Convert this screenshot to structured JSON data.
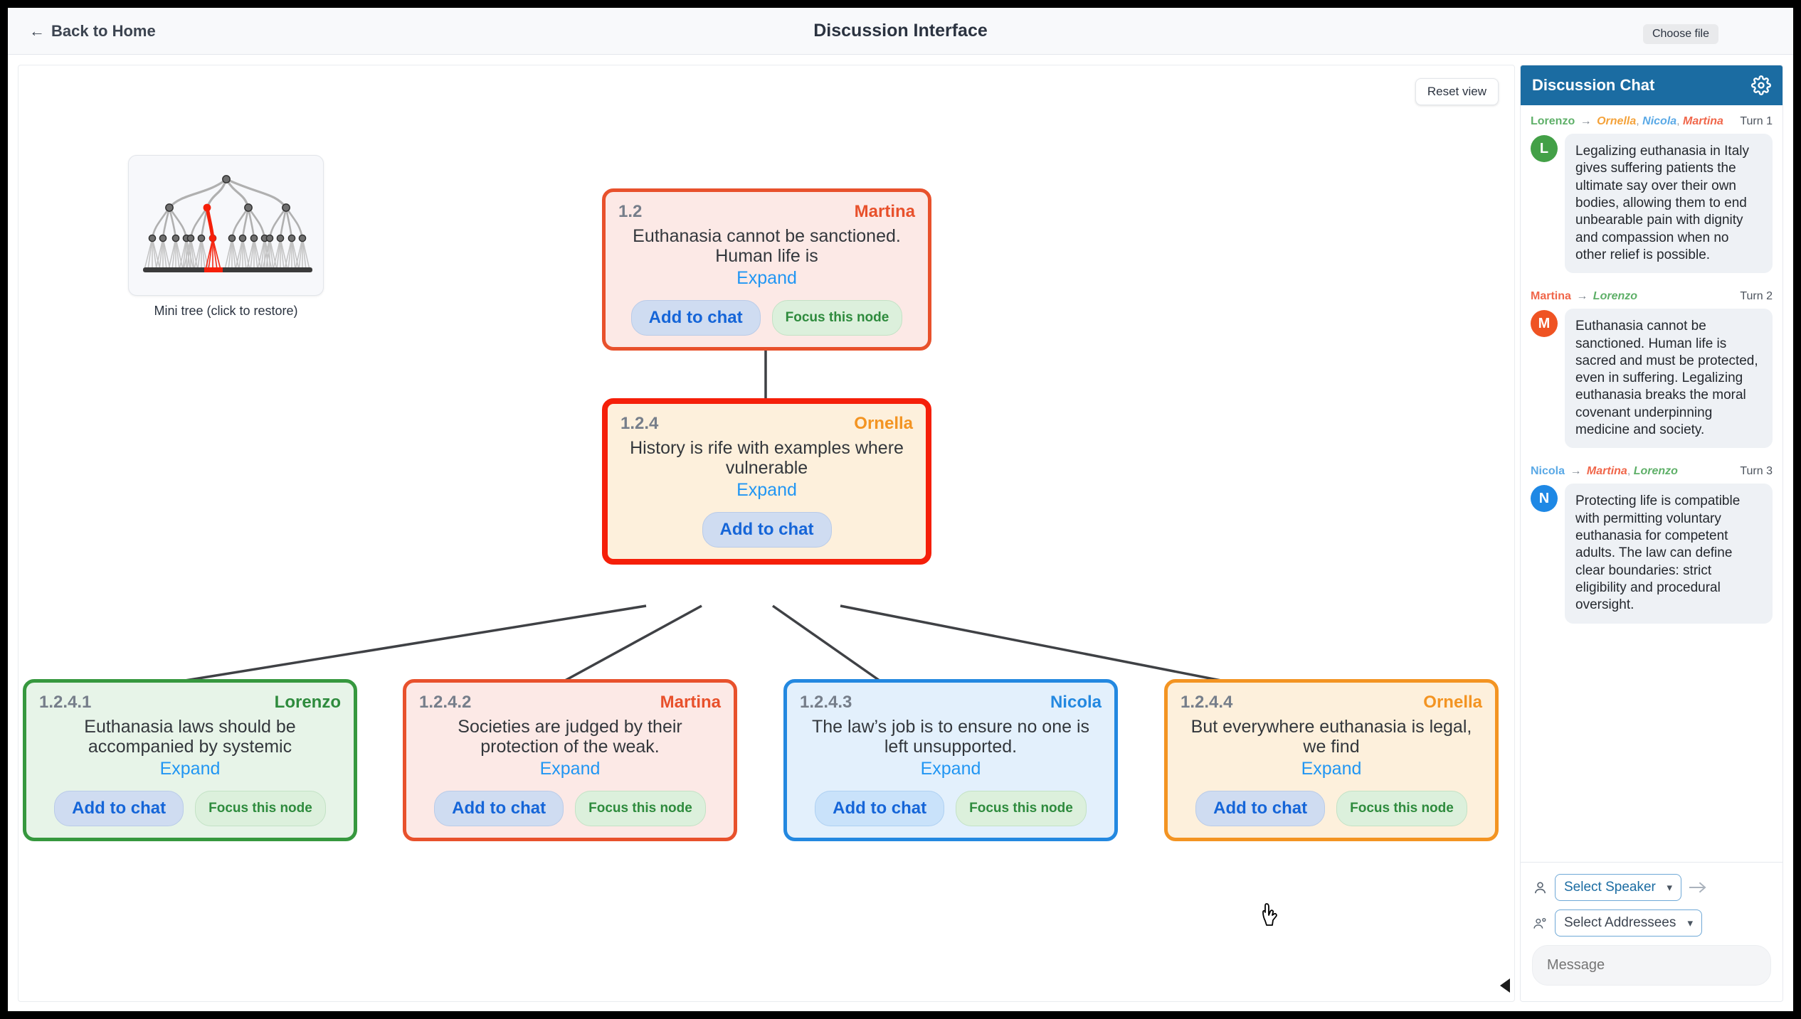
{
  "topbar": {
    "back_label": "Back to Home",
    "back_arrow": "←",
    "title": "Discussion Interface",
    "choose_file_label": "Choose file"
  },
  "canvas": {
    "reset_view_label": "Reset view",
    "minitree_caption": "Mini tree (click to restore)",
    "minitree_highlight_color": "#f51f09",
    "collapse_handle_icon": "triangle-left-icon"
  },
  "speaker_colors": {
    "Lorenzo": "#36983e",
    "Martina": "#e8512c",
    "Nicola": "#2388e0",
    "Ornella": "#f39422"
  },
  "node_common": {
    "expand_label": "Expand",
    "add_to_chat_label": "Add to chat",
    "focus_label": "Focus this node"
  },
  "tree": {
    "nodes": [
      {
        "id": "1.2",
        "speaker": "Martina",
        "text": "Euthanasia cannot be sanctioned. Human life is",
        "has_focus_button": true,
        "selected": false
      },
      {
        "id": "1.2.4",
        "speaker": "Ornella",
        "text": "History is rife with examples where vulnerable",
        "has_focus_button": false,
        "selected": true
      },
      {
        "id": "1.2.4.1",
        "speaker": "Lorenzo",
        "text": "Euthanasia laws should be accompanied by systemic",
        "has_focus_button": true,
        "selected": false
      },
      {
        "id": "1.2.4.2",
        "speaker": "Martina",
        "text": "Societies are judged by their protection of the weak.",
        "has_focus_button": true,
        "selected": false
      },
      {
        "id": "1.2.4.3",
        "speaker": "Nicola",
        "text": "The law’s job is to ensure no one is left unsupported.",
        "has_focus_button": true,
        "selected": false
      },
      {
        "id": "1.2.4.4",
        "speaker": "Ornella",
        "text": "But everywhere euthanasia is legal, we find",
        "has_focus_button": true,
        "selected": false
      }
    ]
  },
  "chat": {
    "header_title": "Discussion Chat",
    "settings_icon": "gear-icon",
    "header_bg": "#1b6ca2",
    "messages": [
      {
        "speaker": "Lorenzo",
        "addressees": [
          "Ornella",
          "Nicola",
          "Martina"
        ],
        "turn": "Turn 1",
        "avatar_initial": "L",
        "text": "Legalizing euthanasia in Italy gives suffering patients the ultimate say over their own bodies, allowing them to end unbearable pain with dignity and compassion when no other relief is possible."
      },
      {
        "speaker": "Martina",
        "addressees": [
          "Lorenzo"
        ],
        "turn": "Turn 2",
        "avatar_initial": "M",
        "text": "Euthanasia cannot be sanctioned. Human life is sacred and must be protected, even in suffering. Legalizing euthanasia breaks the moral covenant underpinning medicine and society."
      },
      {
        "speaker": "Nicola",
        "addressees": [
          "Martina",
          "Lorenzo"
        ],
        "turn": "Turn 3",
        "avatar_initial": "N",
        "text": "Protecting life is compatible with permitting voluntary euthanasia for competent adults. The law can define clear boundaries: strict eligibility and procedural oversight."
      }
    ],
    "compose": {
      "speaker_icon": "person-icon",
      "addressees_icon": "people-icon",
      "send_icon": "arrow-right-icon",
      "speaker_select_label": "Select Speaker",
      "addressees_select_label": "Select Addressees",
      "chevron": "⌄",
      "message_placeholder": "Message"
    }
  }
}
